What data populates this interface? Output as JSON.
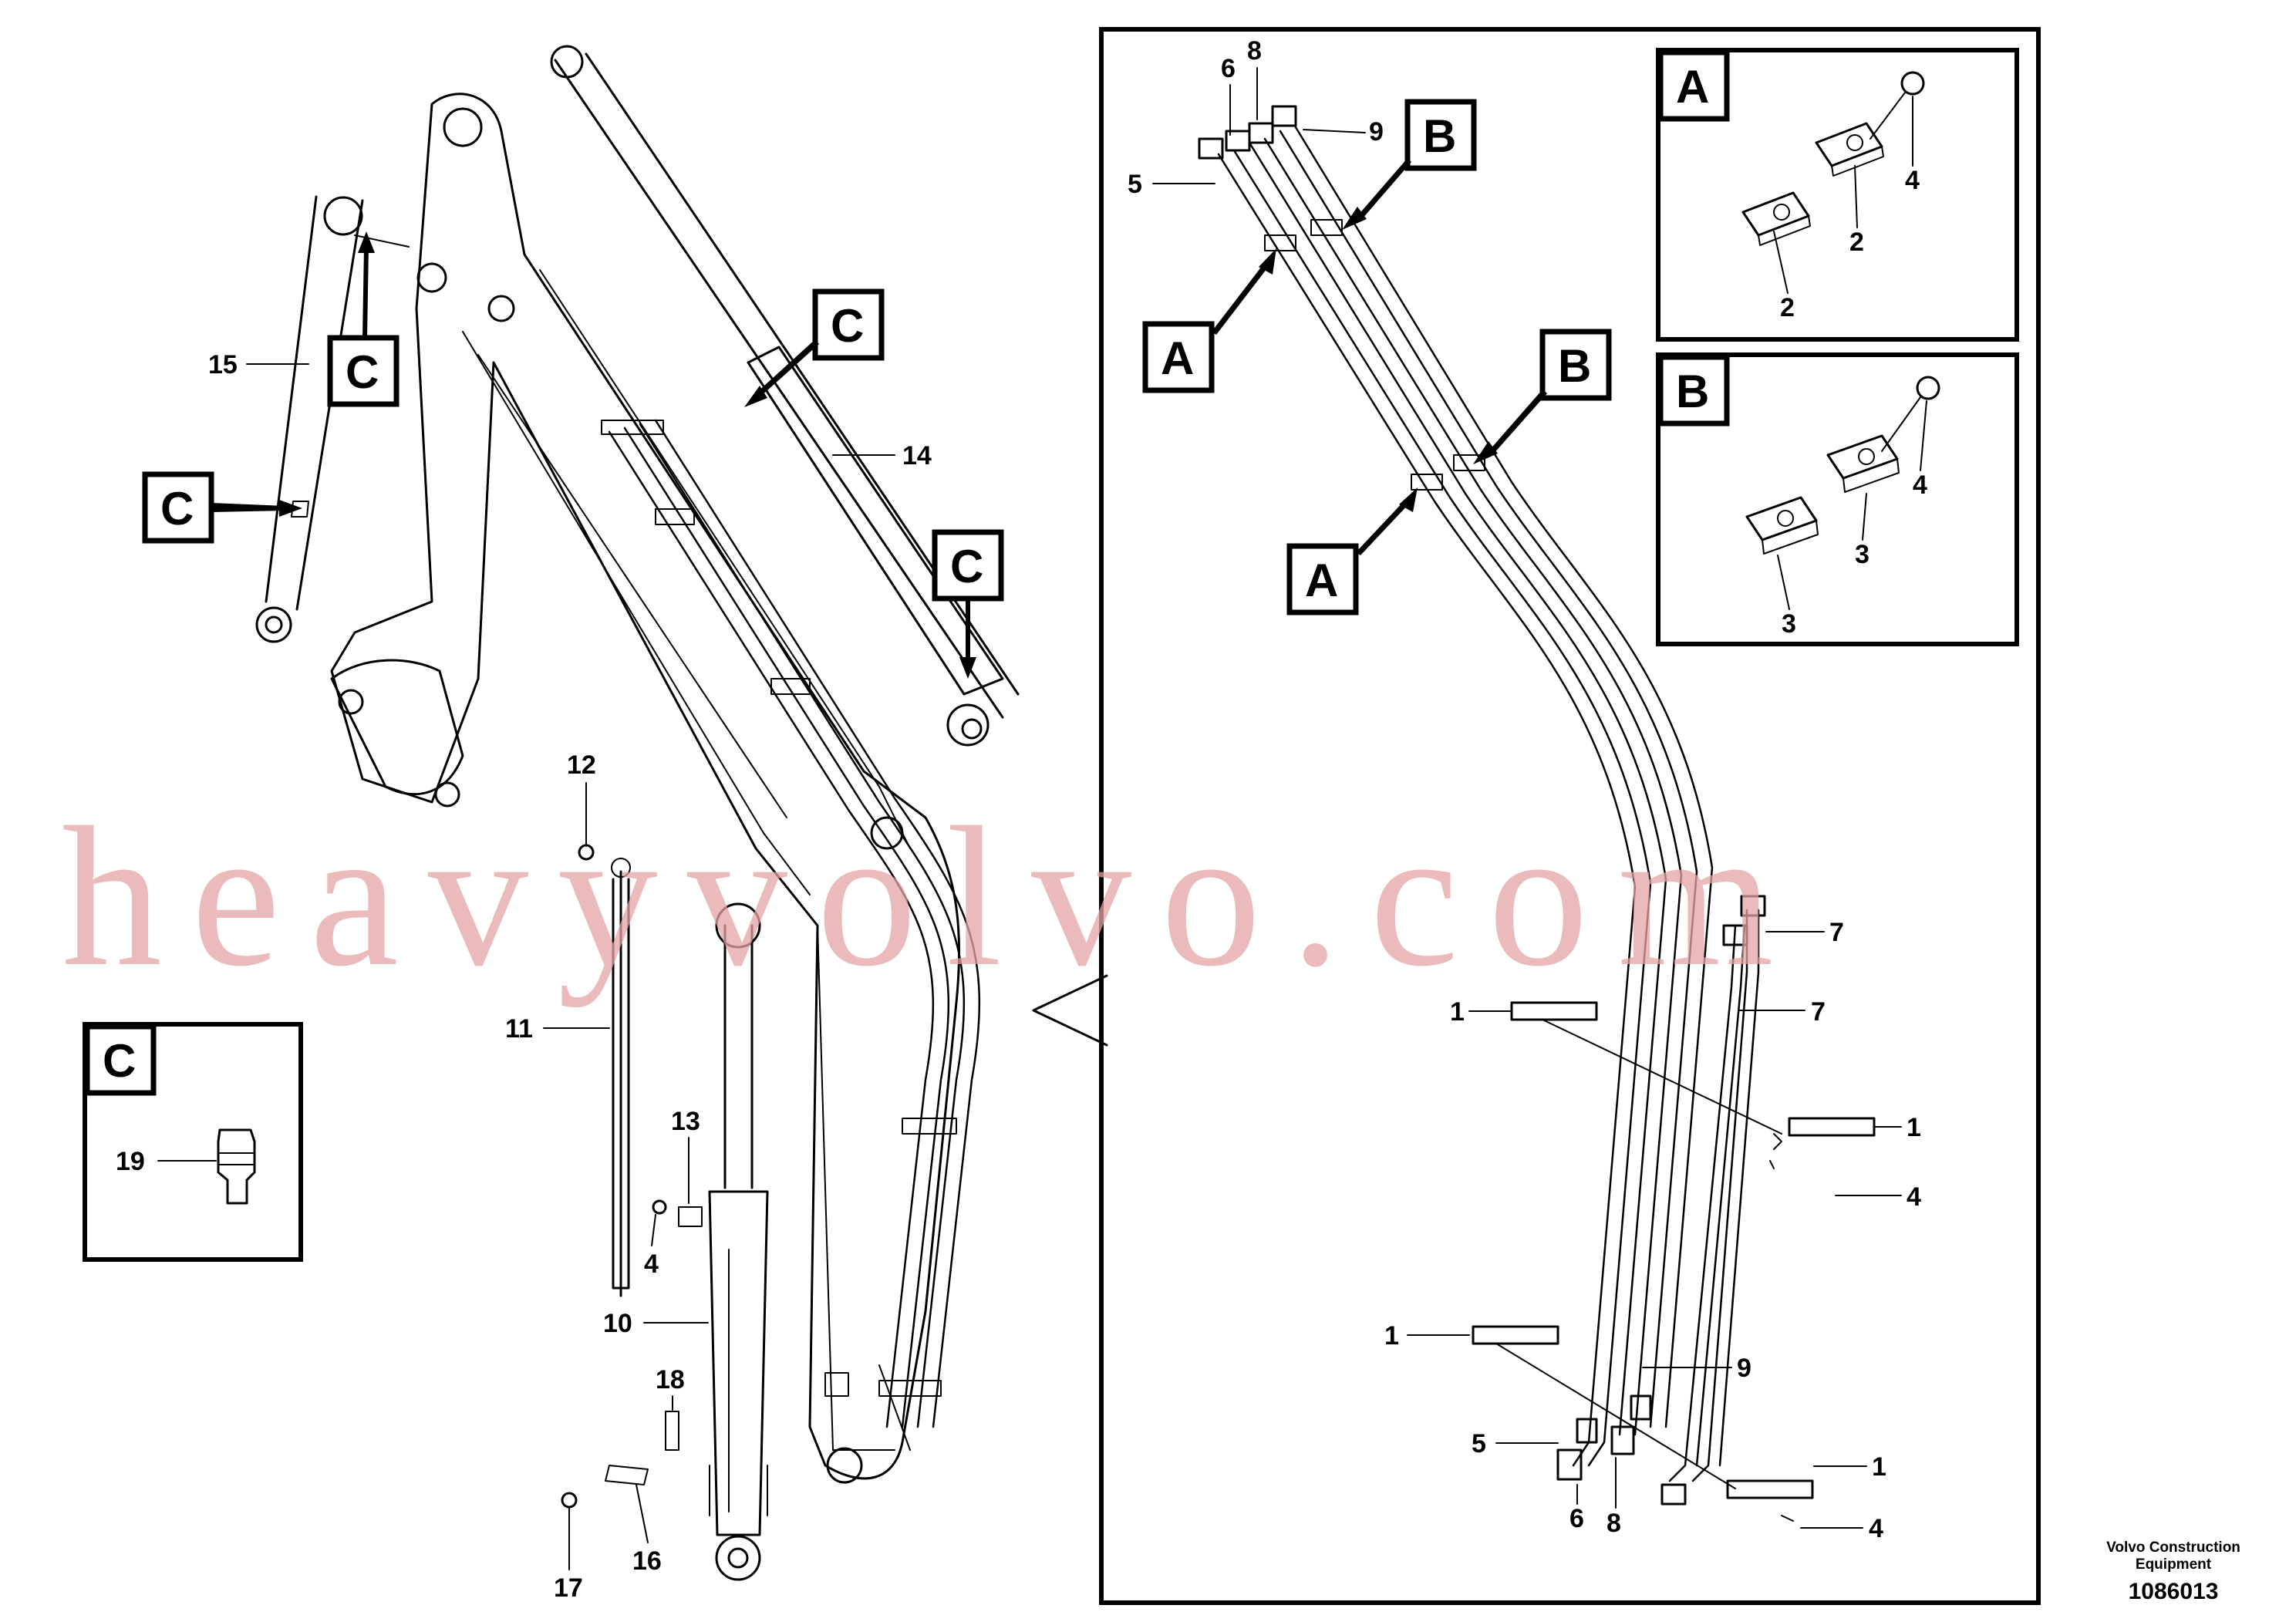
{
  "watermark": "heavyvolvo.com",
  "caption": {
    "company": "Volvo Construction\nEquipment",
    "drawing_number": "1086013"
  },
  "callouts": {
    "A": "A",
    "B": "B",
    "C": "C"
  },
  "parts": {
    "p1": "1",
    "p2": "2",
    "p3": "3",
    "p4": "4",
    "p5": "5",
    "p6": "6",
    "p7": "7",
    "p8": "8",
    "p9": "9",
    "p10": "10",
    "p11": "11",
    "p12": "12",
    "p13": "13",
    "p14": "14",
    "p15": "15",
    "p16": "16",
    "p17": "17",
    "p18": "18",
    "p19": "19"
  },
  "colors": {
    "line": "#000000",
    "watermark": "#e5a3a3",
    "background": "#ffffff"
  }
}
